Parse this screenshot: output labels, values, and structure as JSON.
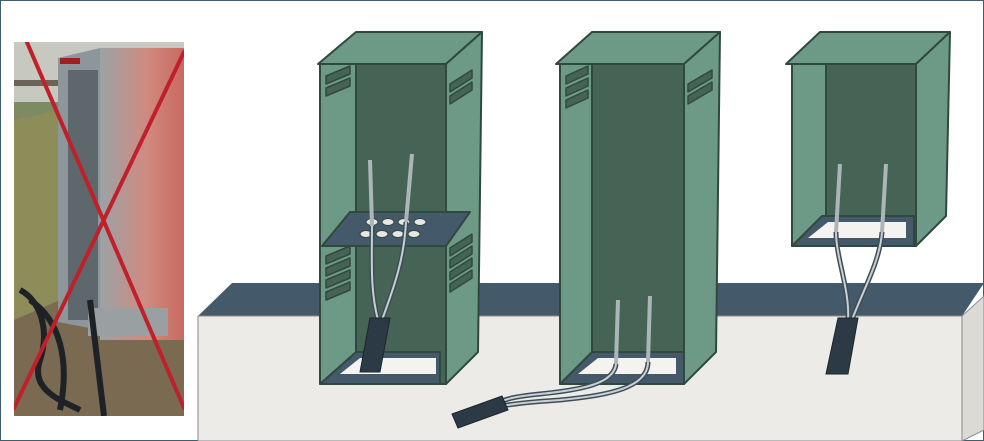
{
  "figure": {
    "photo": {
      "subject": "photo-of-metal-trackside-cabinet",
      "marking": "red-x-icon",
      "marking_color": "#c0202a"
    },
    "colors": {
      "cabinet_face": "#6c9a87",
      "cabinet_dark": "#466456",
      "cabinet_edge": "#30493e",
      "base_top": "#44596a",
      "plinth_front": "#eceae6",
      "plinth_side": "#dddbd6",
      "cable": "#2b3a44",
      "frame_border": "#3f5f6e"
    },
    "cabinets": [
      {
        "name": "tall-cabinet-with-gland-plate",
        "has_gland_plate": true,
        "gland_holes": 8
      },
      {
        "name": "tall-cabinet-open-base",
        "has_gland_plate": false
      },
      {
        "name": "short-cabinet-elevated",
        "has_gland_plate": false
      }
    ]
  }
}
